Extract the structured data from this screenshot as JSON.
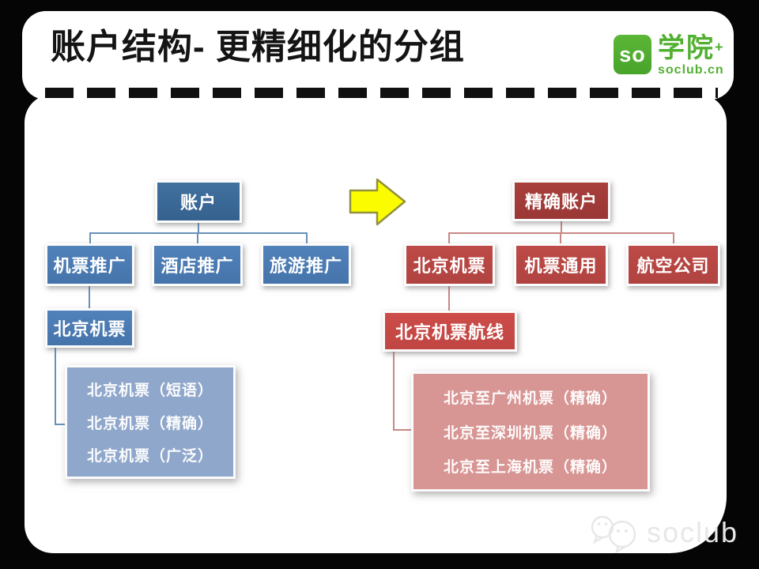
{
  "slide": {
    "title": "账户结构- 更精细化的分组"
  },
  "logo": {
    "icon_text": "so",
    "brand": "学院",
    "plus": "+",
    "domain": "soclub.cn"
  },
  "left_tree": {
    "root": "账户",
    "children": [
      "机票推广",
      "酒店推广",
      "旅游推广"
    ],
    "grandchild": "北京机票",
    "keywords": [
      "北京机票（短语）",
      "北京机票（精确）",
      "北京机票（广泛）"
    ]
  },
  "right_tree": {
    "root": "精确账户",
    "children": [
      "北京机票",
      "机票通用",
      "航空公司"
    ],
    "grandchild": "北京机票航线",
    "keywords": [
      "北京至广州机票（精确）",
      "北京至深圳机票（精确）",
      "北京至上海机票（精确）"
    ]
  },
  "watermark": {
    "text": "soclub"
  },
  "colors": {
    "background": "#050505",
    "card": "#ffffff",
    "blue_root": "#3a679c",
    "blue_node": "#4b79b0",
    "blue_leaf": "#8fa7cb",
    "blue_connector": "#6990b8",
    "red_root": "#a03b38",
    "red_node": "#b54642",
    "red_node_bright": "#c64a46",
    "red_leaf": "#d79593",
    "red_connector": "#c98785",
    "arrow_fill": "#fcfc00",
    "arrow_border": "#91913f",
    "brand_green": "#52b031",
    "title_text": "#141414",
    "watermark_gray": "#e7e7e7"
  }
}
